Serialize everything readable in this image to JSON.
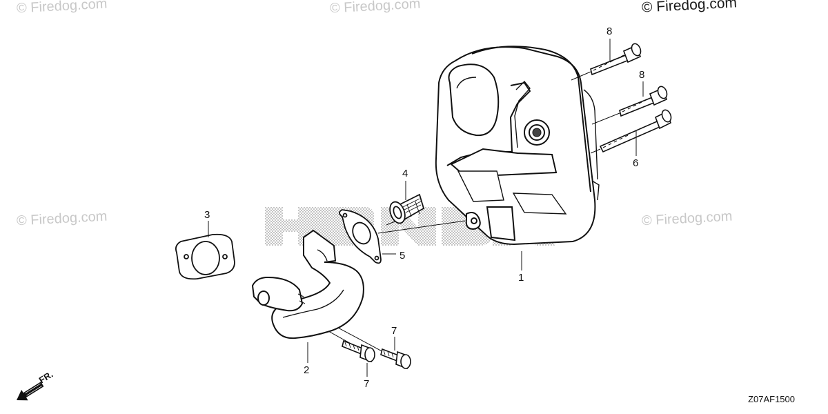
{
  "watermarks": {
    "top_left": "© Firedog.com",
    "top_center": "© Firedog.com",
    "top_right": "© Firedog.com",
    "mid_left": "© Firedog.com",
    "mid_right": "© Firedog.com"
  },
  "callouts": {
    "c1": "1",
    "c2": "2",
    "c3": "3",
    "c4": "4",
    "c5": "5",
    "c6": "6",
    "c7a": "7",
    "c7b": "7",
    "c8a": "8",
    "c8b": "8"
  },
  "front_indicator": "FR.",
  "diagram_code": "Z07AF1500",
  "icons": [
    "front-direction-arrow-icon",
    "honda-logo-watermark"
  ]
}
